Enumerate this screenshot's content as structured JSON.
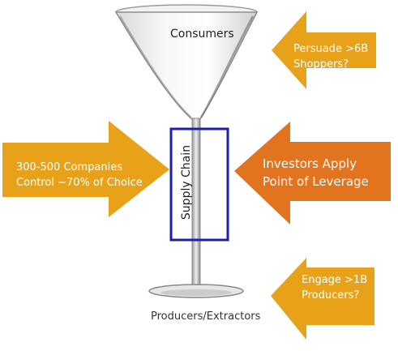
{
  "glass": {
    "top_label": "Consumers",
    "bottom_label": "Producers/Extractors",
    "stem_label": "Supply Chain"
  },
  "arrows": {
    "persuade": {
      "line1": "Persuade >6B",
      "line2": "Shoppers?",
      "color": "#e8a21a"
    },
    "companies": {
      "line1": "300-500 Companies",
      "line2": "Control ~70% of Choice",
      "color": "#e8a21a"
    },
    "investors": {
      "line1": "Investors Apply",
      "line2": "Point of Leverage",
      "color": "#e2731f"
    },
    "engage": {
      "line1": "Engage >1B",
      "line2": "Producers?",
      "color": "#e8a21a"
    }
  },
  "highlight_box_color": "#1a1fb0"
}
